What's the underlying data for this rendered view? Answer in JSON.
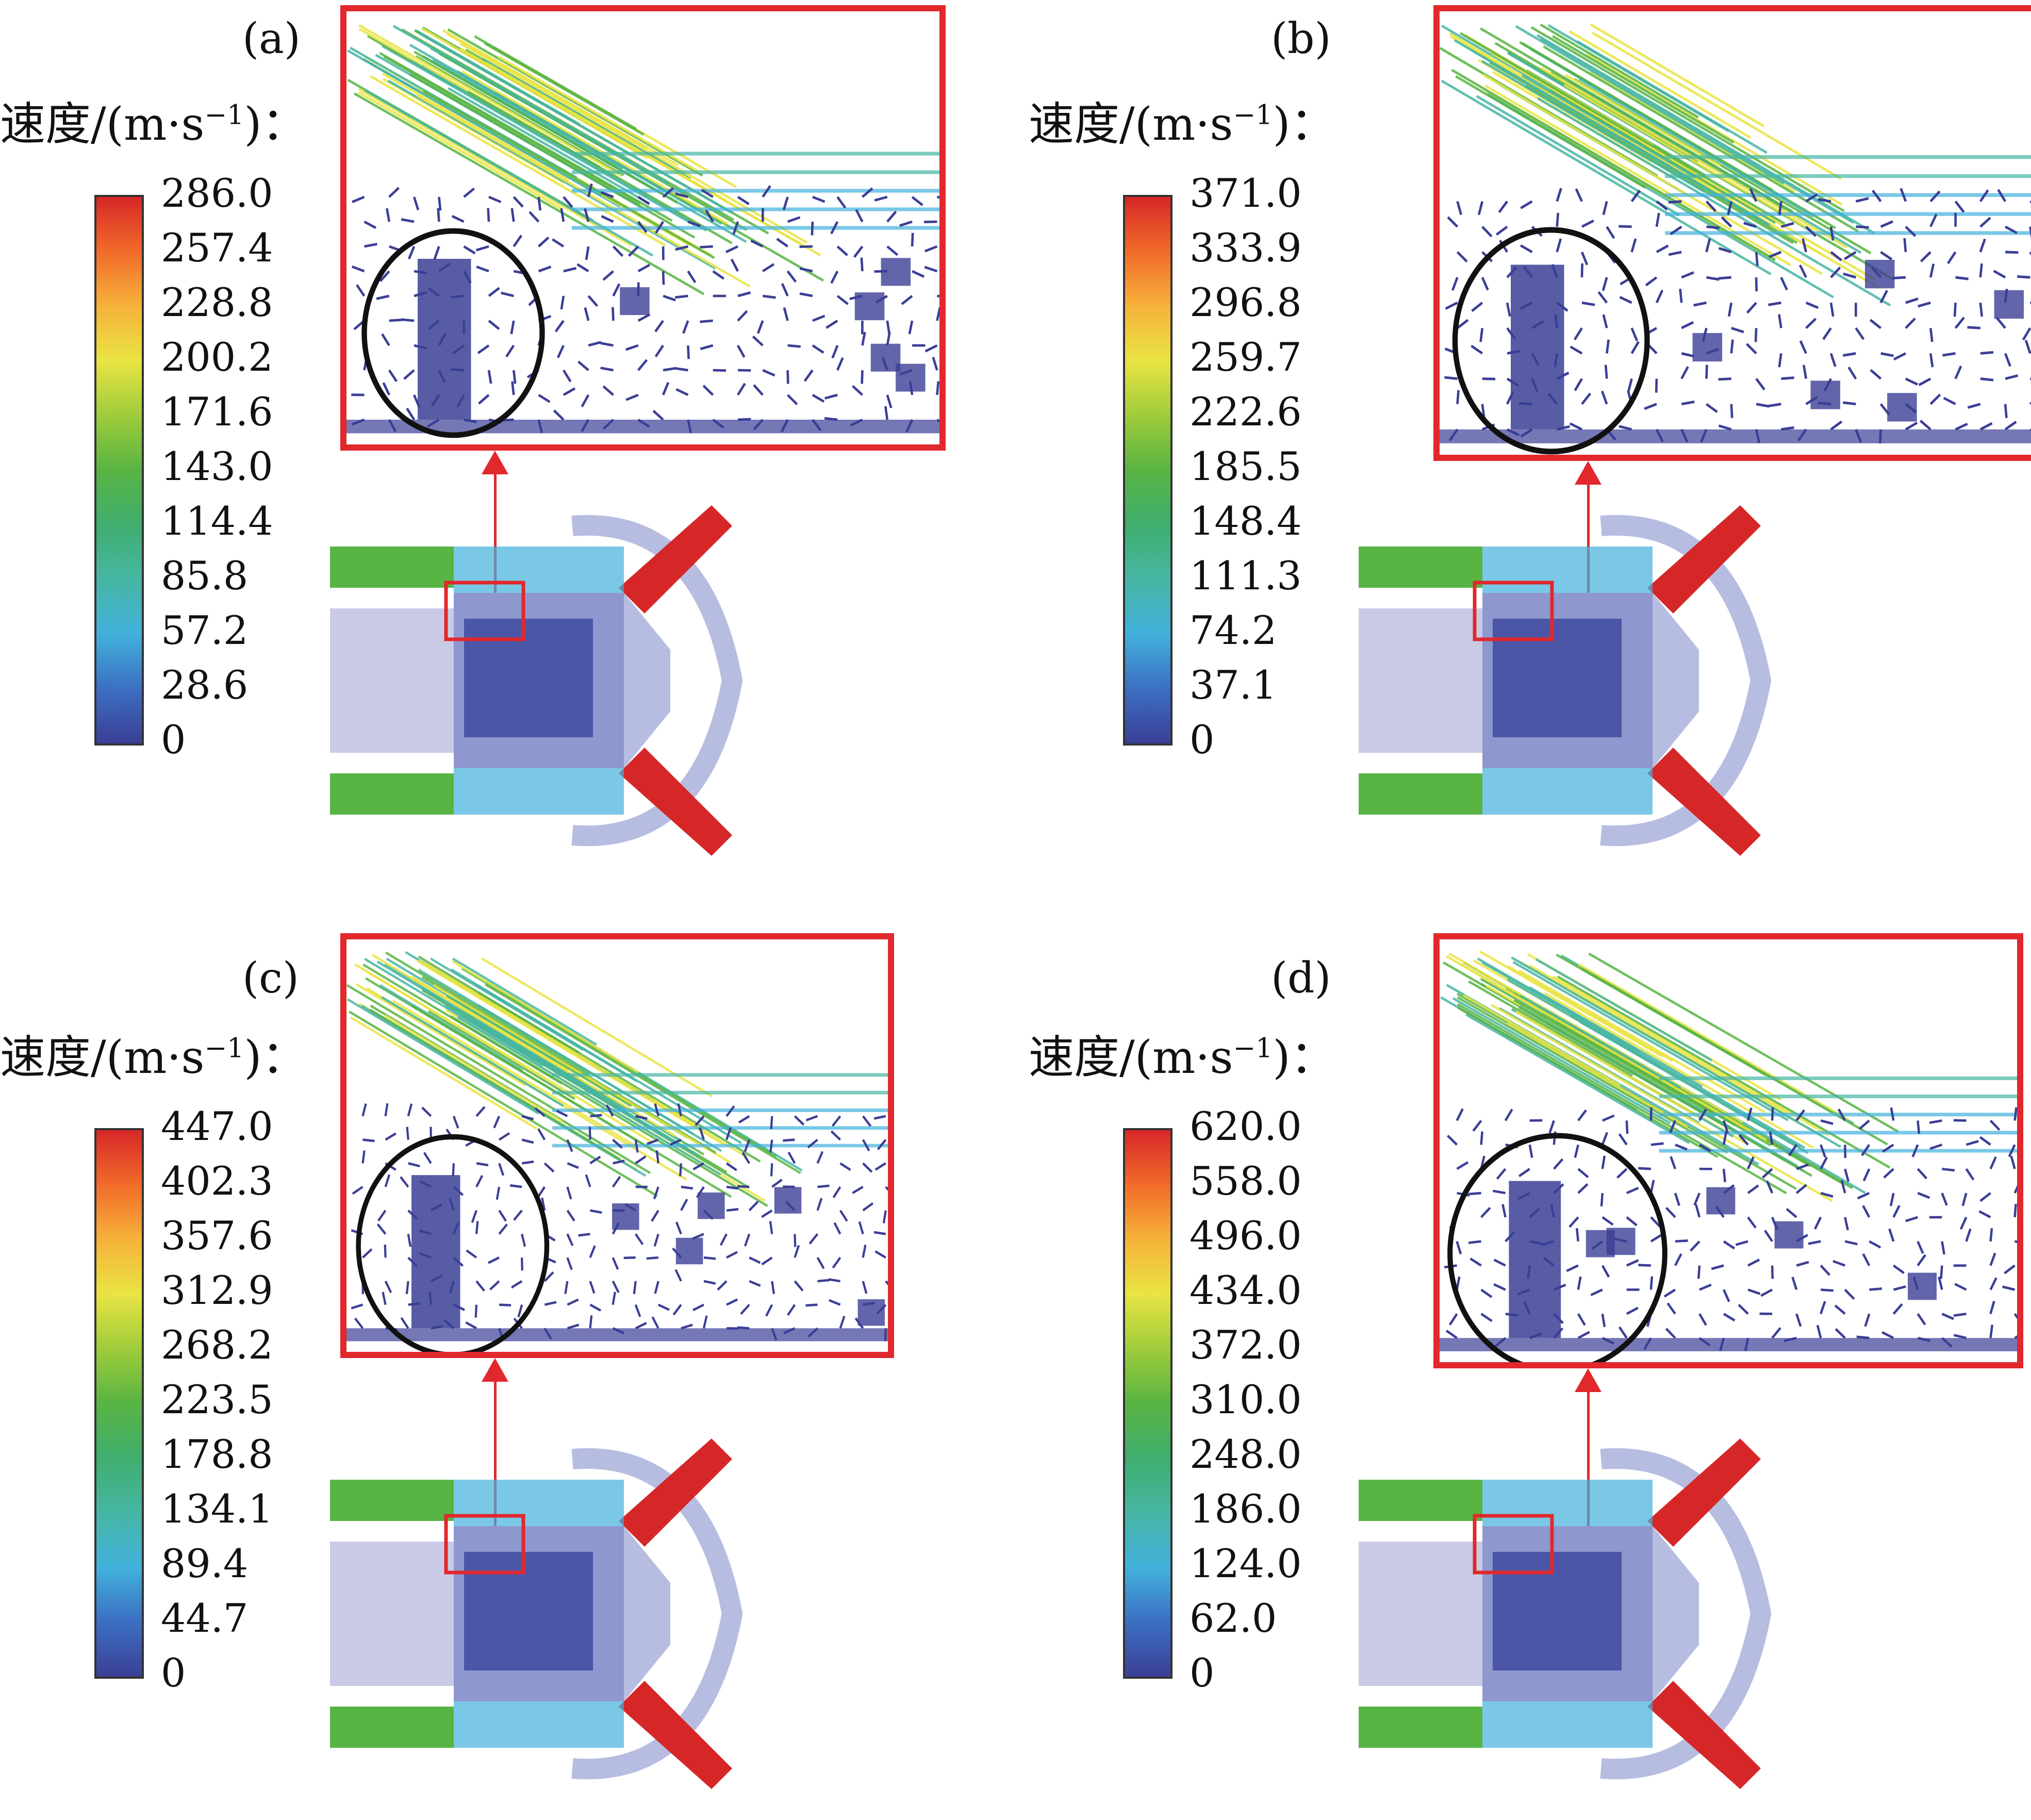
{
  "legend_title": "速度/(m·s",
  "legend_title_sup": "−1",
  "legend_title_tail": ")：",
  "palette": [
    "#d62728",
    "#f6b23a",
    "#e9e443",
    "#58b443",
    "#47b6a4",
    "#42b1dc",
    "#3b3f95"
  ],
  "panels": [
    {
      "label": "(a)",
      "ticks": [
        "286.0",
        "257.4",
        "228.8",
        "200.2",
        "171.6",
        "143.0",
        "114.4",
        "85.8",
        "57.2",
        "28.6",
        "0"
      ]
    },
    {
      "label": "(b)",
      "ticks": [
        "371.0",
        "333.9",
        "296.8",
        "259.7",
        "222.6",
        "185.5",
        "148.4",
        "111.3",
        "74.2",
        "37.1",
        "0"
      ]
    },
    {
      "label": "(c)",
      "ticks": [
        "447.0",
        "402.3",
        "357.6",
        "312.9",
        "268.2",
        "223.5",
        "178.8",
        "134.1",
        "89.4",
        "44.7",
        "0"
      ]
    },
    {
      "label": "(d)",
      "ticks": [
        "620.0",
        "558.0",
        "496.0",
        "434.0",
        "372.0",
        "310.0",
        "248.0",
        "186.0",
        "124.0",
        "62.0",
        "0"
      ]
    }
  ]
}
